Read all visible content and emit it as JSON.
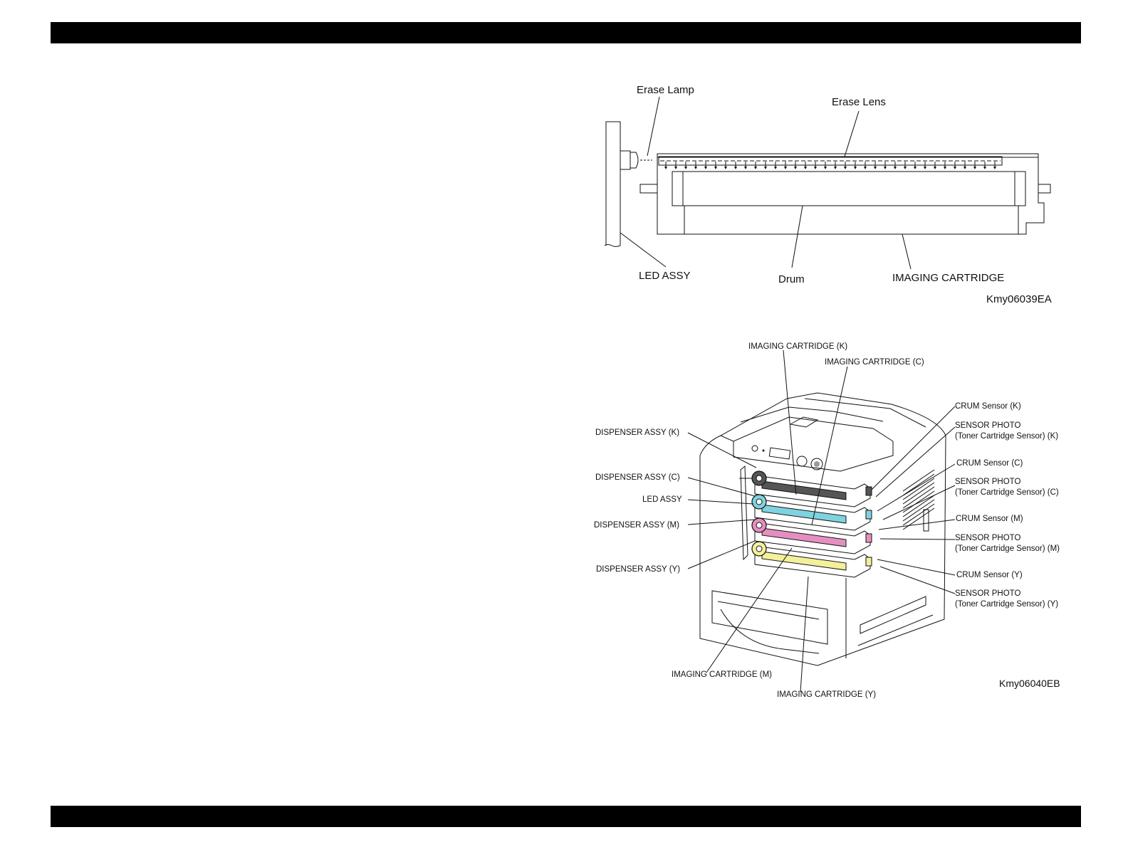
{
  "figure1": {
    "labels": {
      "erase_lamp": "Erase Lamp",
      "erase_lens": "Erase Lens",
      "led_assy": "LED ASSY",
      "drum": "Drum",
      "imaging_cartridge": "IMAGING CARTRIDGE"
    },
    "figure_id": "Kmy06039EA"
  },
  "figure2": {
    "labels": {
      "imaging_cartridge_k": "IMAGING CARTRIDGE (K)",
      "imaging_cartridge_c": "IMAGING CARTRIDGE (C)",
      "imaging_cartridge_m": "IMAGING CARTRIDGE (M)",
      "imaging_cartridge_y": "IMAGING CARTRIDGE (Y)",
      "dispenser_assy_k": "DISPENSER ASSY (K)",
      "dispenser_assy_c": "DISPENSER ASSY (C)",
      "led_assy": "LED ASSY",
      "dispenser_assy_m": "DISPENSER ASSY (M)",
      "dispenser_assy_y": "DISPENSER ASSY (Y)",
      "crum_sensor_k": "CRUM Sensor (K)",
      "sensor_photo_k_1": "SENSOR PHOTO",
      "sensor_photo_k_2": "(Toner Cartridge Sensor) (K)",
      "crum_sensor_c": "CRUM Sensor (C)",
      "sensor_photo_c_1": "SENSOR PHOTO",
      "sensor_photo_c_2": "(Toner Cartridge Sensor) (C)",
      "crum_sensor_m": "CRUM Sensor (M)",
      "sensor_photo_m_1": "SENSOR PHOTO",
      "sensor_photo_m_2": "(Toner Cartridge Sensor) (M)",
      "crum_sensor_y": "CRUM Sensor (Y)",
      "sensor_photo_y_1": "SENSOR PHOTO",
      "sensor_photo_y_2": "(Toner Cartridge Sensor) (Y)"
    },
    "figure_id": "Kmy06040EB"
  },
  "colors": {
    "black": "#555555",
    "cyan": "#7fd3de",
    "magenta": "#e58fc0",
    "yellow": "#f3ef9c"
  }
}
